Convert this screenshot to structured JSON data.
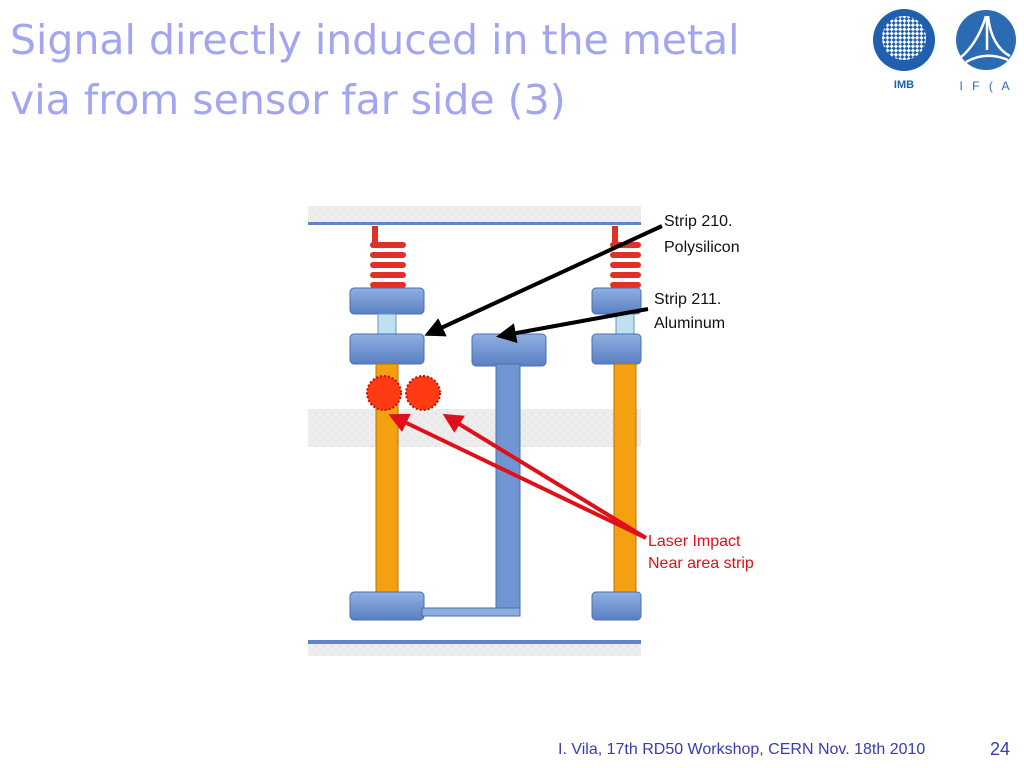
{
  "slide": {
    "title_line1": "Signal directly induced in the metal",
    "title_line2": "via from sensor far side (3)",
    "footer": "I. Vila, 17th RD50 Workshop, CERN  Nov. 18th 2010",
    "page_number": "24"
  },
  "logos": {
    "left_label": "IMB",
    "right_label": "I F ( A",
    "left_icon": "imb-logo-icon",
    "right_icon": "ifca-logo-icon"
  },
  "diagram": {
    "label_strip210_line1": "Strip 210.",
    "label_strip210_line2": "Polysilicon",
    "label_strip211_line1": "Strip 211.",
    "label_strip211_line2": "Aluminum",
    "label_laser_line1": "Laser Impact",
    "label_laser_line2": "Near area strip",
    "colors": {
      "pad_blue": "#6f95d2",
      "pillar_orange": "#f5a010",
      "resistor_red": "#e0302a",
      "impact_red": "#ff3b14",
      "arrow_red": "#e0101a",
      "silicon_grey": "#e9ebe9"
    }
  }
}
